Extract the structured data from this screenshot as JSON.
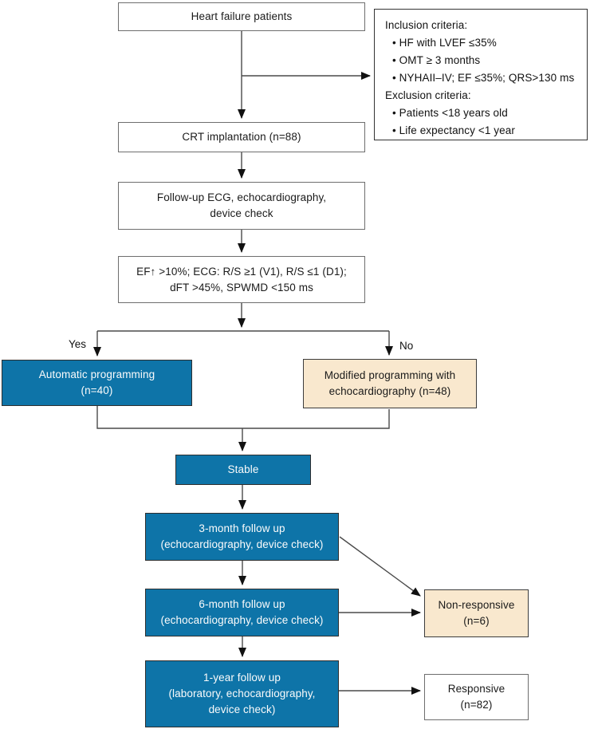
{
  "edge_labels": {
    "yes": "Yes",
    "no": "No"
  },
  "colors": {
    "blue": "#0e74a8",
    "beige": "#f9e8ce",
    "line": "#4a4a4a",
    "arrow": "#111111"
  },
  "nodes": {
    "heart_failure": {
      "label": "Heart failure patients"
    },
    "criteria": {
      "lines": [
        "Inclusion criteria:",
        "• HF with LVEF ≤35%",
        "• OMT ≥ 3 months",
        "• NYHAII–IV; EF ≤35%; QRS>130 ms",
        "Exclusion criteria:",
        "• Patients <18 years old",
        "• Life expectancy <1 year"
      ]
    },
    "crt": {
      "label": "CRT implantation (n=88)"
    },
    "followup_ecg": {
      "lines": [
        "Follow-up ECG, echocardiography,",
        "device check"
      ]
    },
    "ef_criteria": {
      "lines": [
        "EF↑ >10%; ECG: R/S ≥1 (V1), R/S ≤1 (D1);",
        "dFT >45%, SPWMD <150 ms"
      ]
    },
    "automatic": {
      "lines": [
        "Automatic programming",
        "(n=40)"
      ]
    },
    "modified": {
      "lines": [
        "Modified programming with",
        "echocardiography (n=48)"
      ]
    },
    "stable": {
      "label": "Stable"
    },
    "followup_3m": {
      "lines": [
        "3-month follow up",
        "(echocardiography, device check)"
      ]
    },
    "followup_6m": {
      "lines": [
        "6-month follow up",
        "(echocardiography, device check)"
      ]
    },
    "followup_1y": {
      "lines": [
        "1-year follow up",
        "(laboratory, echocardiography,",
        "device check)"
      ]
    },
    "non_responsive": {
      "lines": [
        "Non-responsive",
        "(n=6)"
      ]
    },
    "responsive": {
      "lines": [
        "Responsive",
        "(n=82)"
      ]
    }
  }
}
